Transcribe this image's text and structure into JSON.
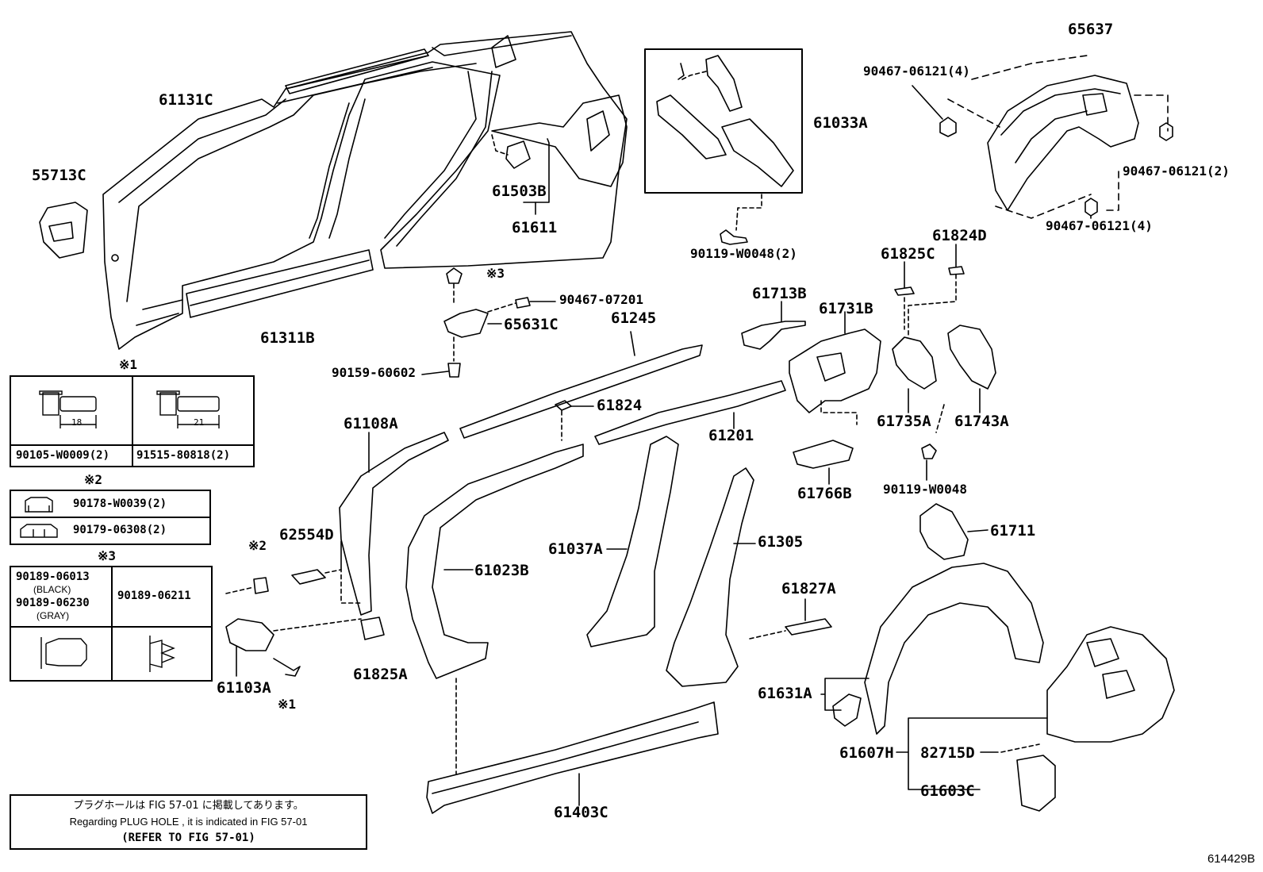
{
  "parts": {
    "p65637": "65637",
    "p90467_06121_4a": "90467-06121(4)",
    "p90467_06121_2": "90467-06121(2)",
    "p90467_06121_4b": "90467-06121(4)",
    "p61131C": "61131C",
    "p55713C": "55713C",
    "p61503B": "61503B",
    "p61611": "61611",
    "p61033A": "61033A",
    "p90119_W0048_2": "90119-W0048(2)",
    "p61311B": "61311B",
    "p90467_07201": "90467-07201",
    "p65631C": "65631C",
    "p61245": "61245",
    "p90159_60602": "90159-60602",
    "p61825C": "61825C",
    "p61824D": "61824D",
    "p61713B": "61713B",
    "p61731B": "61731B",
    "p61824": "61824",
    "p61201": "61201",
    "p61108A": "61108A",
    "p61735A": "61735A",
    "p61743A": "61743A",
    "p90119_W0048": "90119-W0048",
    "p61766B": "61766B",
    "p62554D": "62554D",
    "p61037A": "61037A",
    "p61305": "61305",
    "p61023B": "61023B",
    "p61711": "61711",
    "p61827A": "61827A",
    "p61103A": "61103A",
    "p61825A": "61825A",
    "p61631A": "61631A",
    "p61607H": "61607H",
    "p82715D": "82715D",
    "p61603C": "61603C",
    "p61403C": "61403C"
  },
  "marks": {
    "m1": "※1",
    "m2": "※2",
    "m3": "※3",
    "m3b": "※3",
    "m2b": "※2",
    "m1b": "※1"
  },
  "table1": {
    "title": "※1",
    "dim_a": "18",
    "dim_b": "21",
    "part_a": "90105-W0009(2)",
    "part_b": "91515-80818(2)"
  },
  "table2": {
    "title": "※2",
    "row1": "90178-W0039(2)",
    "row2": "90179-06308(2)"
  },
  "table3": {
    "title": "※3",
    "a1": "90189-06013",
    "a2": "(BLACK)",
    "a3": "90189-06230",
    "a4": "(GRAY)",
    "b1": "90189-06211"
  },
  "note": {
    "jp": "プラグホールは FIG 57-01 に掲載してあります。",
    "en": "Regarding  PLUG  HOLE , it is indicated in FIG 57-01",
    "ref": "(REFER  TO  FIG  57-01)"
  },
  "figure_id": "614429B"
}
